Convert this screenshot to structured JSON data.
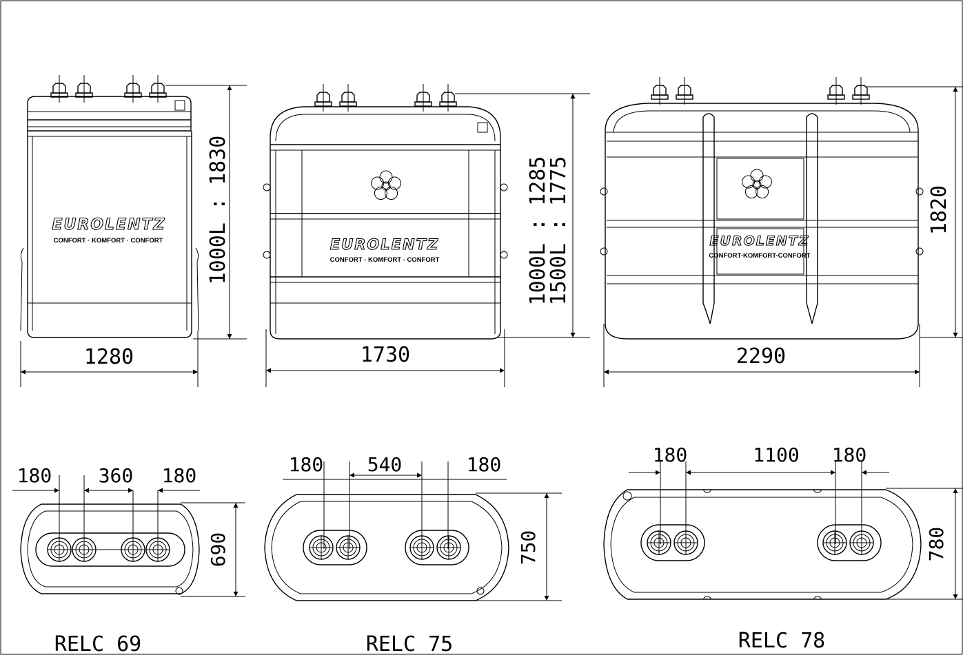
{
  "models": [
    {
      "name": "RELC 69",
      "width": "1280",
      "height": "1000L : 1830",
      "depth": "690",
      "brand": "EUROLENTZ",
      "subtitle": "CONFORT · KOMFORT · CONFORT",
      "top_spacing": [
        "180",
        "360",
        "180"
      ]
    },
    {
      "name": "RELC 75",
      "width": "1730",
      "height_line1": "1000L : 1285",
      "height_line2": "1500L : 1775",
      "depth": "750",
      "brand": "EUROLENTZ",
      "subtitle": "CONFORT - KOMFORT - CONFORT",
      "top_spacing": [
        "180",
        "540",
        "180"
      ]
    },
    {
      "name": "RELC 78",
      "width": "2290",
      "height": "1820",
      "depth": "780",
      "brand": "EUROLENTZ",
      "subtitle": "CONFORT-KOMFORT-CONFORT",
      "top_spacing": [
        "180",
        "1100",
        "180"
      ]
    }
  ]
}
